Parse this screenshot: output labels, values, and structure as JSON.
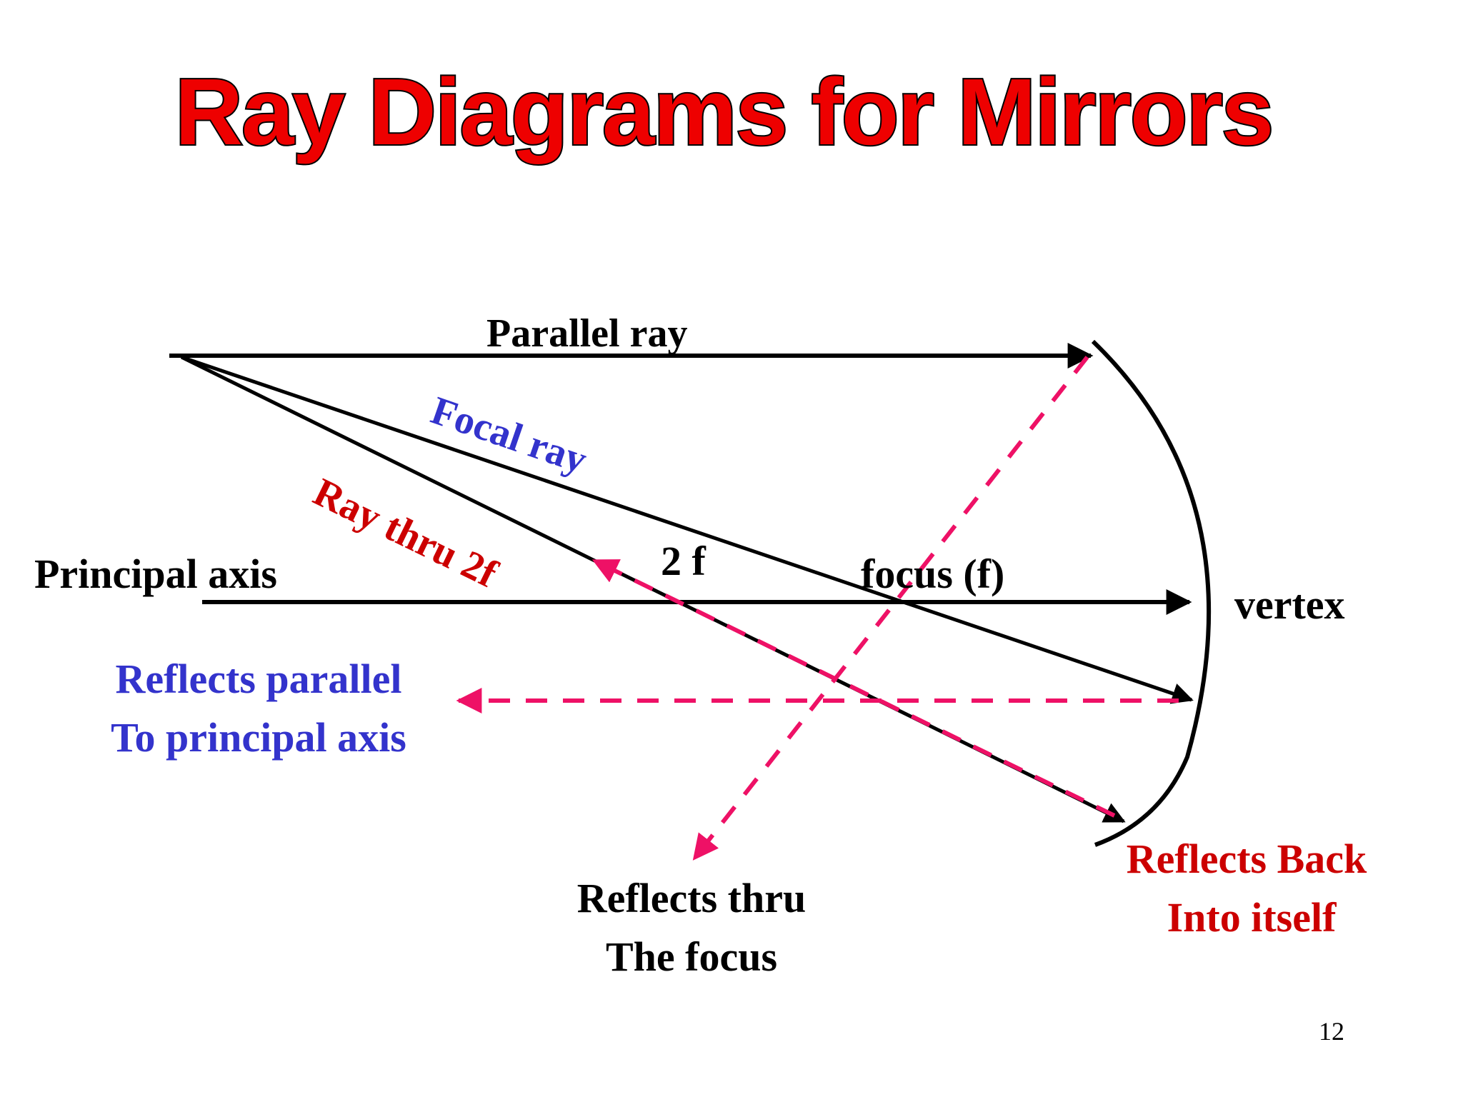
{
  "title": "Ray Diagrams for Mirrors",
  "labels": {
    "parallel_ray": "Parallel ray",
    "focal_ray": "Focal ray",
    "ray_thru_2f": "Ray thru 2f",
    "principal_axis": "Principal axis",
    "two_f": "2 f",
    "focus": "focus (f)",
    "vertex": "vertex",
    "reflects_parallel_1": "Reflects parallel",
    "reflects_parallel_2": "To principal axis",
    "reflects_thru_1": "Reflects thru",
    "reflects_thru_2": "The focus",
    "reflects_back_1": "Reflects Back",
    "reflects_back_2": "Into itself"
  },
  "page_number": "12",
  "colors": {
    "title_red": "#ee0000",
    "blue_text": "#3333cc",
    "red_text": "#cc0000",
    "dashed_pink": "#ee1166",
    "black": "#000000"
  }
}
